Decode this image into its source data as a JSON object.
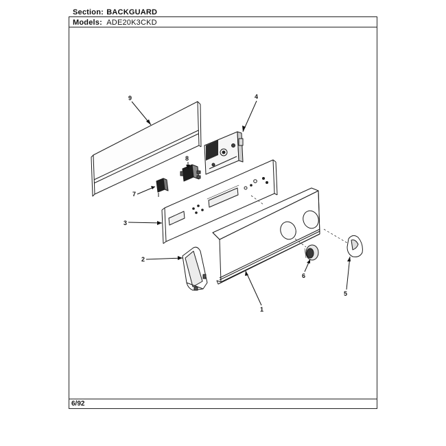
{
  "header": {
    "section_label": "Section:",
    "section_value": "BACKGUARD",
    "models_label": "Models:",
    "models_value": "ADE20K3CKD"
  },
  "footer": {
    "date": "6/92"
  },
  "callouts": {
    "c1": "1",
    "c2": "2",
    "c3": "3",
    "c4": "4",
    "c5": "5",
    "c6": "6",
    "c7": "7",
    "c8": "8",
    "c9": "9"
  }
}
